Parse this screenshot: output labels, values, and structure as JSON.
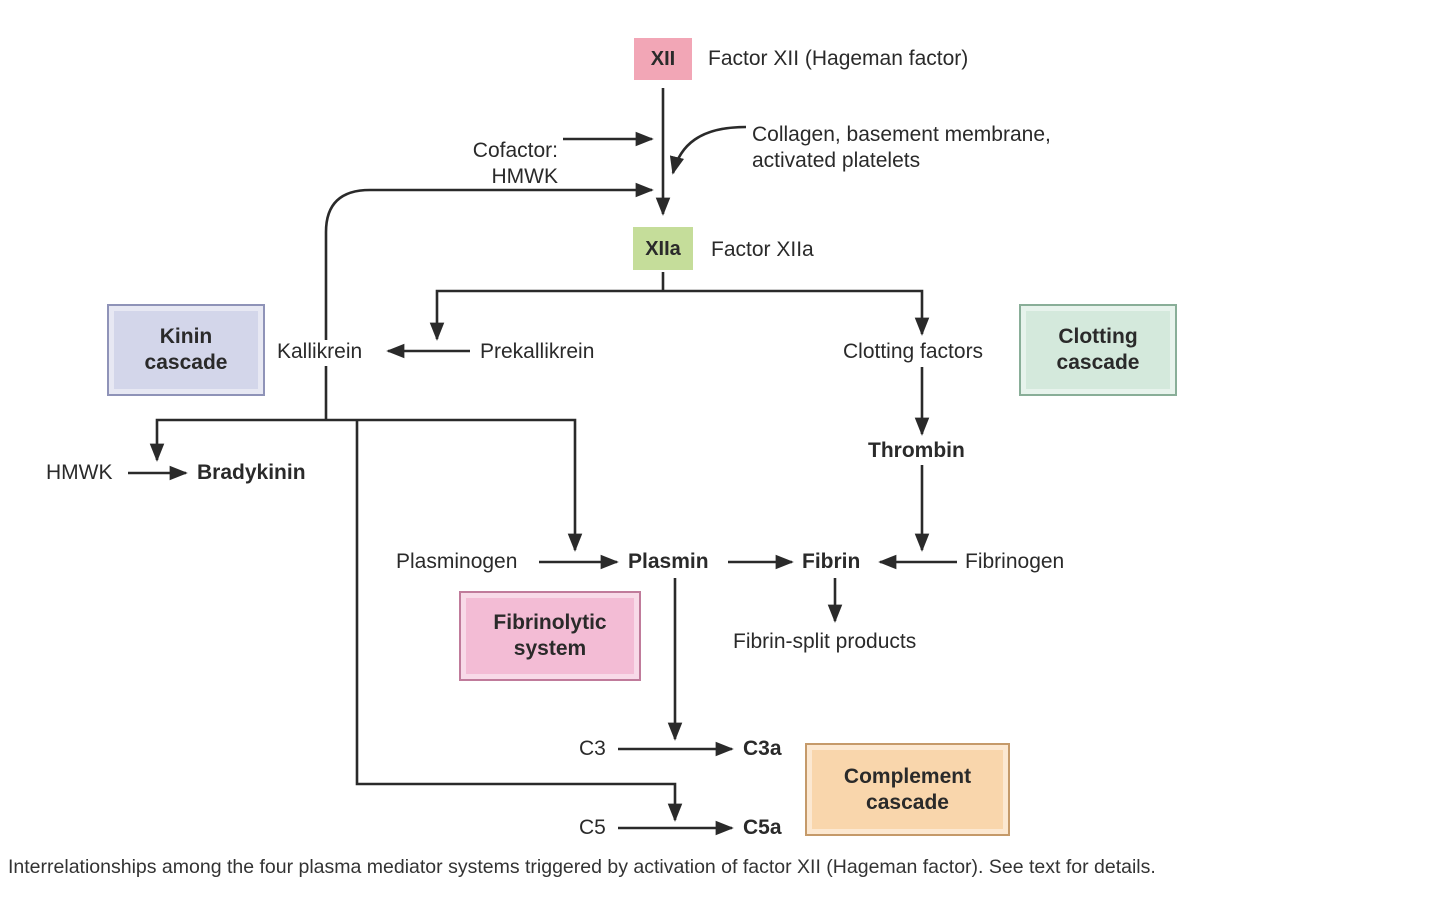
{
  "factors": {
    "xii_box": "XII",
    "xii_label": "Factor XII (Hageman factor)",
    "xiia_box": "XIIa",
    "xiia_label": "Factor XIIa",
    "cofactor": "Cofactor:\nHMWK",
    "collagen": "Collagen, basement membrane,\nactivated platelets"
  },
  "kinin": {
    "box": "Kinin\ncascade",
    "kallikrein": "Kallikrein",
    "prekallikrein": "Prekallikrein",
    "hmwk": "HMWK",
    "bradykinin": "Bradykinin"
  },
  "clotting": {
    "box": "Clotting\ncascade",
    "clotting_factors": "Clotting factors",
    "thrombin": "Thrombin",
    "fibrinogen": "Fibrinogen",
    "fibrin": "Fibrin",
    "fibrin_split": "Fibrin-split products"
  },
  "fibrinolytic": {
    "box": "Fibrinolytic\nsystem",
    "plasminogen": "Plasminogen",
    "plasmin": "Plasmin"
  },
  "complement": {
    "box": "Complement\ncascade",
    "c3": "C3",
    "c3a": "C3a",
    "c5": "C5",
    "c5a": "C5a"
  },
  "caption": "Interrelationships among the four plasma mediator systems triggered by activation of factor XII (Hageman factor). See text for details.",
  "colors": {
    "xii_fill": "#f2a6b6",
    "xiia_fill": "#c5dd9a",
    "kinin_fill": "#d3d6ea",
    "clotting_fill": "#d4e9dc",
    "fibrinolytic_fill": "#f3bcd5",
    "complement_fill": "#f9d6ac",
    "line": "#2a2a2a"
  }
}
